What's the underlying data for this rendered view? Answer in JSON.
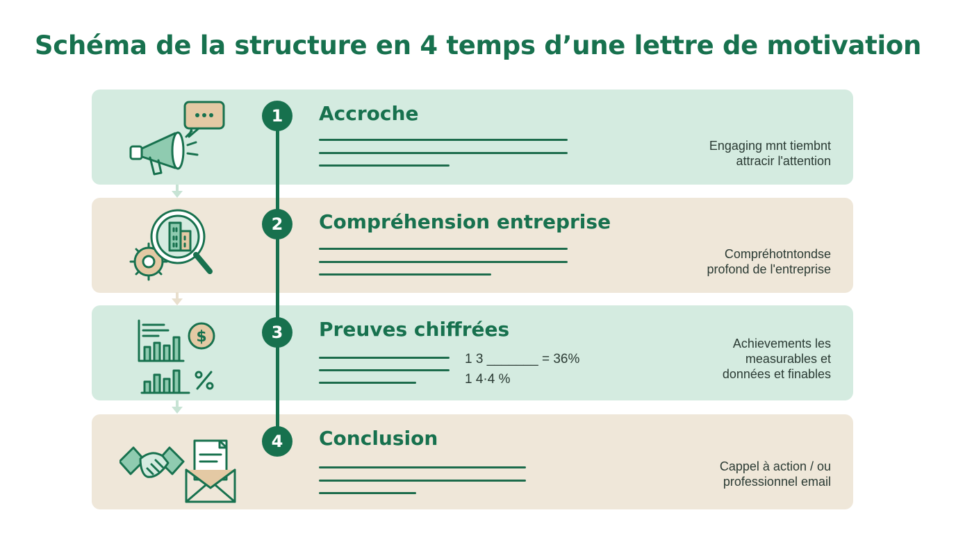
{
  "title": "Schéma de la structure en 4 temps d’une lettre de motivation",
  "colors": {
    "accent": "#17714e",
    "green_panel": "#d4ebe0",
    "beige_panel": "#efe7d9"
  },
  "steps": [
    {
      "number": "1",
      "heading": "Accroche",
      "icon": "megaphone-speech-bubble-icon",
      "description": [
        "Engaging mnt tiembnt",
        "attracir l'attention"
      ]
    },
    {
      "number": "2",
      "heading": "Compréhension entreprise",
      "icon": "magnifier-building-gear-icon",
      "description": [
        "Compréhotntondse",
        "profond de l'entreprise"
      ]
    },
    {
      "number": "3",
      "heading": "Preuves chiffrées",
      "icon": "charts-dollar-percent-icon",
      "description": [
        "Achievements les",
        "measurables et",
        "données et finables"
      ],
      "stats": [
        "1 3 _______ = 36%",
        "1 4·4 %"
      ]
    },
    {
      "number": "4",
      "heading": "Conclusion",
      "icon": "handshake-envelope-icon",
      "description": [
        "Cappel à action / ou",
        "professionnel email"
      ]
    }
  ]
}
